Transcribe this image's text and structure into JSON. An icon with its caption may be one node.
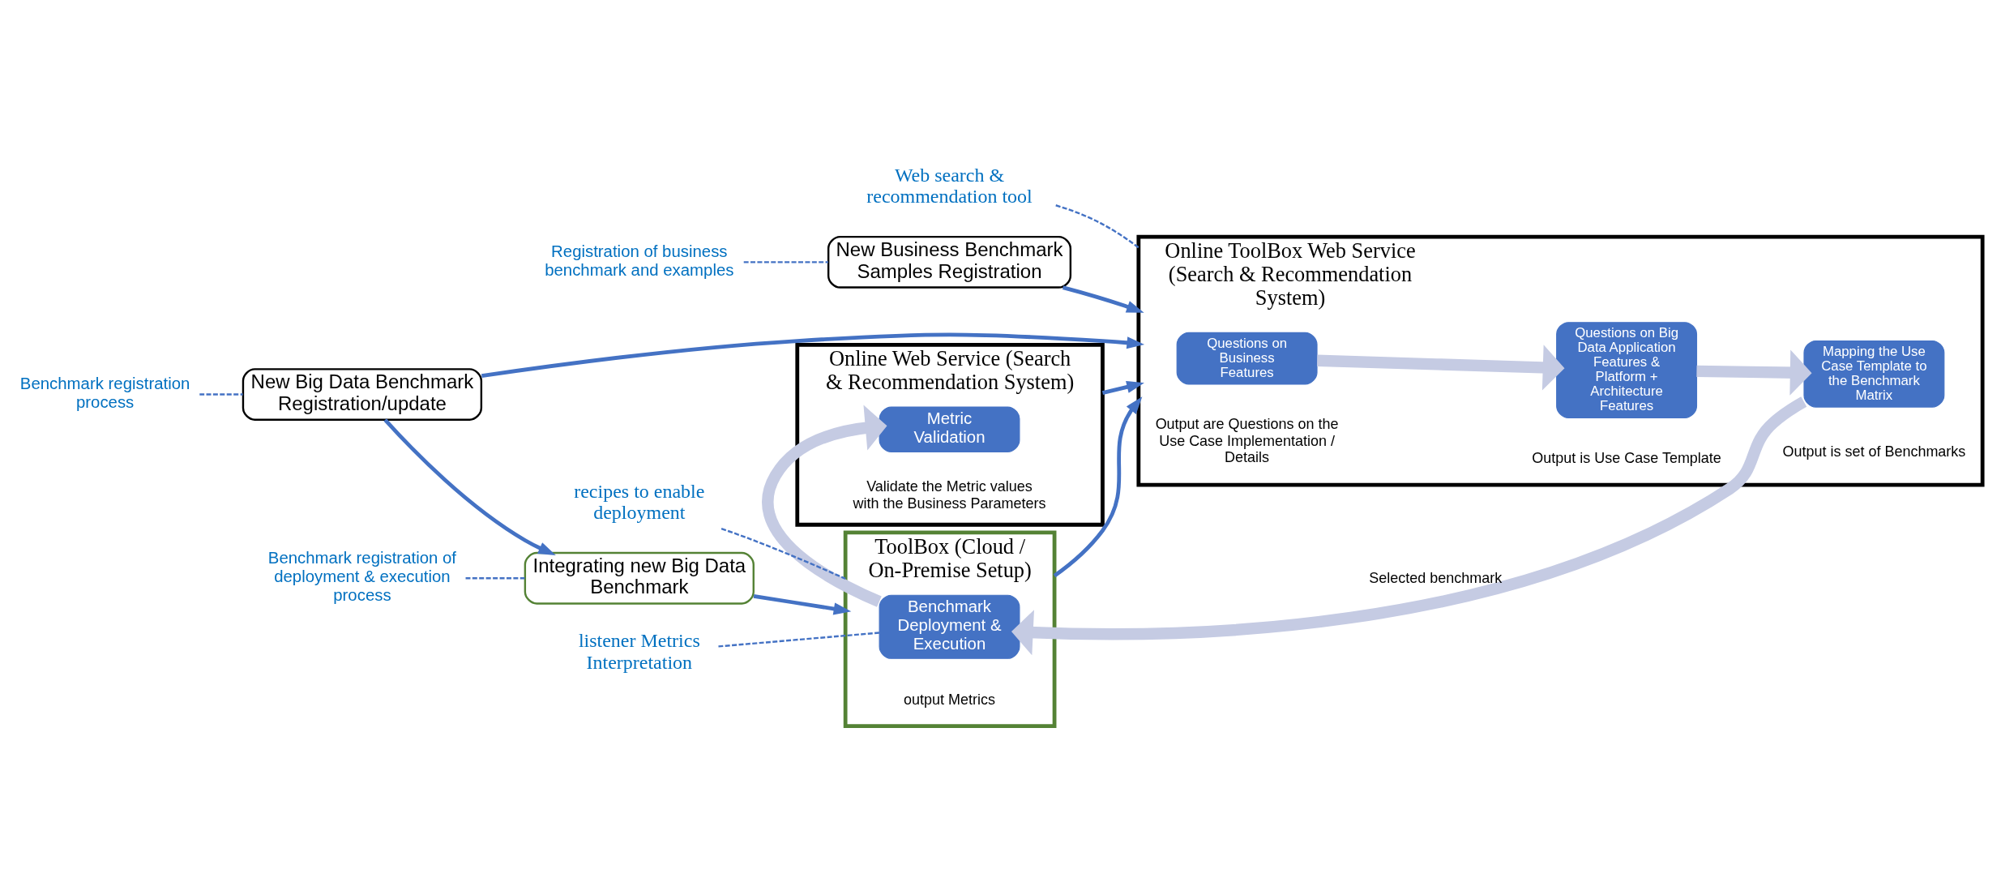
{
  "diagram": {
    "nodes": [
      {
        "text": [
          "New Business Benchmark Samples Registration"
        ]
      },
      {
        "text": [
          "New Big Data Benchmark Registration/update"
        ]
      },
      {
        "text": [
          "Integrating new Big Data Benchmark"
        ]
      },
      {
        "text": [
          "Online ToolBox Web Service (Search & Recommendation System)"
        ]
      },
      {
        "text": [
          "Questions on Business Features"
        ],
        "in": 3,
        "beside": [
          "Output are Questions on the Use Case Implementation / Details"
        ]
      },
      {
        "text": [
          "Questions on Big Data Application Features & Platform + Architecture Features"
        ],
        "in": 3,
        "beside": [
          "Output is Use Case Template"
        ]
      },
      {
        "text": [
          "Mapping the Use Case Template to the Benchmark Matrix"
        ],
        "in": 3,
        "beside": [
          "Output is set of Benchmarks"
        ]
      },
      {
        "text": [
          "ToolBox (Cloud / On-Premise Setup)"
        ]
      },
      {
        "text": [
          "Benchmark Deployment & Execution"
        ],
        "in": 7,
        "beside": [
          "output Metrics"
        ]
      },
      {
        "text": [
          "Online Web Service (Search & Recommendation System)"
        ]
      },
      {
        "text": [
          "Metric Validation"
        ],
        "in": 9,
        "beside": [
          "Validate the Metric values with the Business Parameters"
        ]
      },
      {
        "text": [
          "Registration of business benchmark and examples"
        ]
      },
      {
        "text": [
          "Benchmark registration process"
        ]
      },
      {
        "text": [
          "Benchmark registration of deployment & execution process"
        ]
      },
      {
        "text": [
          "recipes to enable deployment"
        ]
      },
      {
        "text": [
          "Web search & recommendation tool"
        ]
      },
      {
        "text": [
          "listener Metrics Interpretation"
        ]
      }
    ],
    "edges": [
      {
        "from": 0,
        "to": 3,
        "arrow": "to"
      },
      {
        "from": 1,
        "to": 3,
        "arrow": "to"
      },
      {
        "from": 1,
        "to": 2,
        "arrow": "to"
      },
      {
        "from": 2,
        "to": 7,
        "arrow": "to"
      },
      {
        "from": 4,
        "to": 5,
        "arrow": "to",
        "style": "thick",
        "color": "#c5cbe3"
      },
      {
        "from": 5,
        "to": 6,
        "arrow": "to",
        "style": "thick",
        "color": "#c5cbe3"
      },
      {
        "from": 6,
        "to": 8,
        "arrow": "to",
        "style": "thick",
        "color": "#c5cbe3",
        "label": "Selected benchmark"
      },
      {
        "from": 8,
        "to": 10,
        "arrow": "to",
        "style": "thick",
        "color": "#c5cbe3"
      },
      {
        "from": 7,
        "to": 3,
        "arrow": "to"
      },
      {
        "from": 9,
        "to": 3,
        "arrow": "to"
      },
      {
        "from": 11,
        "to": 0,
        "arrow": "none",
        "style": "dashed"
      },
      {
        "from": 12,
        "to": 1,
        "arrow": "none",
        "style": "dashed"
      },
      {
        "from": 13,
        "to": 2,
        "arrow": "none",
        "style": "dashed"
      },
      {
        "from": 14,
        "to": 7,
        "arrow": "none",
        "style": "dashed"
      },
      {
        "from": 15,
        "to": 3,
        "arrow": "none",
        "style": "dashed"
      },
      {
        "from": 16,
        "to": 8,
        "arrow": "none",
        "style": "dashed"
      }
    ]
  }
}
